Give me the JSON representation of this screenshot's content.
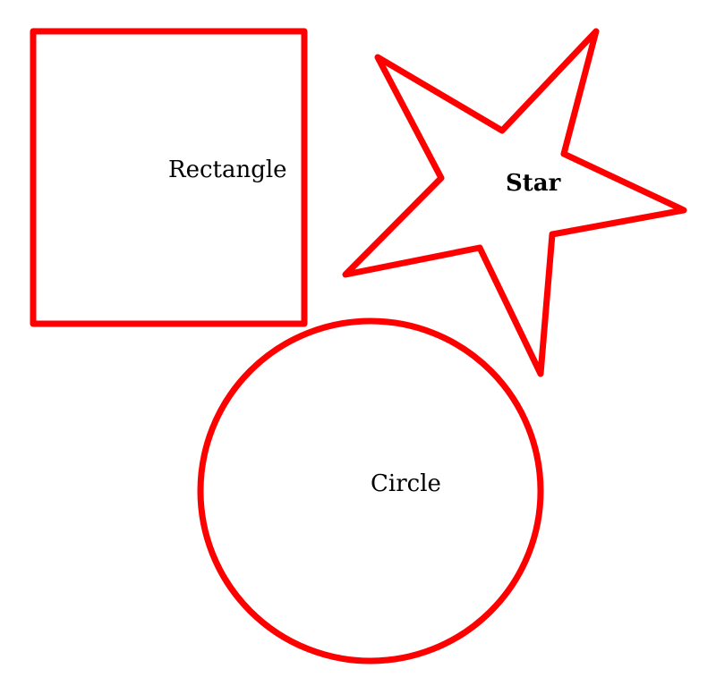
{
  "stroke_color": "#ff0000",
  "text_color": "#000000",
  "labels": {
    "rectangle": "Rectangle",
    "star": "Star",
    "circle": "Circle"
  }
}
